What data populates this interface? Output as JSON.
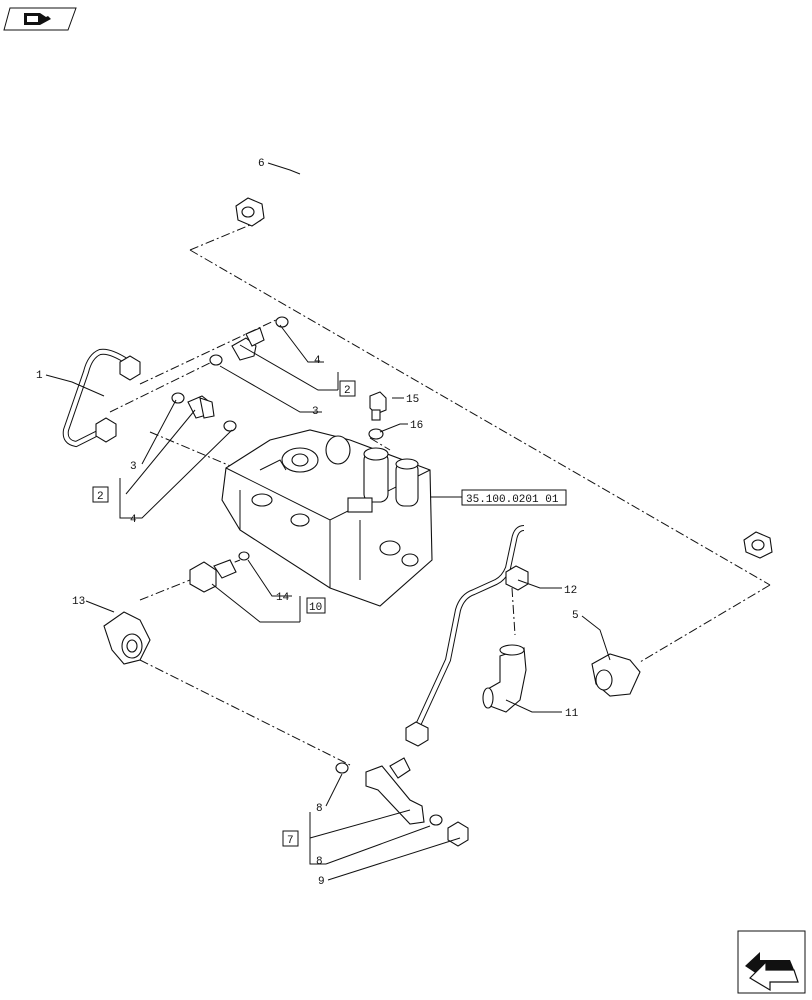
{
  "labels": {
    "l1": "1",
    "l2a": "2",
    "l2b": "2",
    "l3a": "3",
    "l3b": "3",
    "l4a": "4",
    "l4b": "4",
    "l5": "5",
    "l6": "6",
    "l7": "7",
    "l8a": "8",
    "l8b": "8",
    "l9": "9",
    "l10": "10",
    "l11": "11",
    "l12": "12",
    "l13": "13",
    "l14": "14",
    "l15": "15",
    "l16": "16",
    "ref": "35.100.0201 01"
  },
  "icons": {
    "top_left": "hand-pointing-right-icon",
    "bottom_right": "next-page-arrow-icon"
  }
}
